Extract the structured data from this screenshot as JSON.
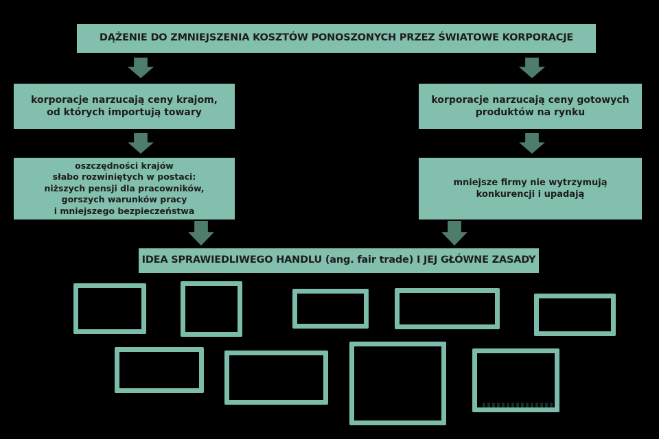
{
  "palette": {
    "background": "#000000",
    "box_fill": "#82bfad",
    "box_text": "#1d1d1b",
    "arrow": "#4e7d6b",
    "outline": "#7cbcab"
  },
  "flowchart": {
    "top_box": "DĄŻENIE DO ZMNIEJSZENIA KOSZTÓW PONOSZONYCH PRZEZ ŚWIATOWE KORPORACJE",
    "left_branch": {
      "cause": "korporacje narzucają ceny krajom,\nod których importują towary",
      "effect": "oszczędności krajów\nsłabo rozwiniętych w postaci:\nniższych pensji dla pracowników,\ngorszych warunków pracy\ni mniejszego bezpieczeństwa"
    },
    "right_branch": {
      "cause": "korporacje narzucają ceny gotowych\nproduktów na rynku",
      "effect": "mniejsze firmy nie wytrzymują\nkonkurencji i upadają"
    },
    "result_banner": "IDEA SPRAWIEDLIWEGO HANDLU (ang. fair trade) I JEJ GŁÓWNE ZASADY",
    "principle_boxes_count": 9
  }
}
